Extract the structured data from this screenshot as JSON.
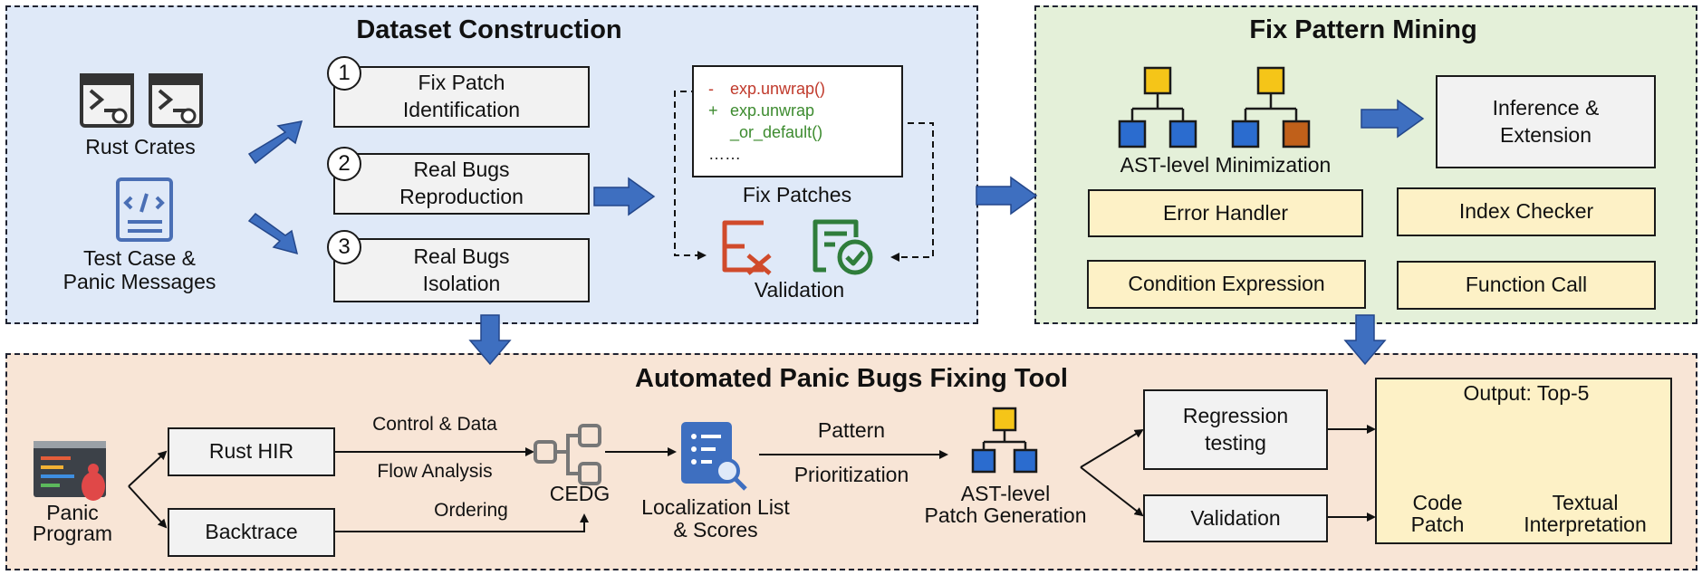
{
  "dataset": {
    "title": "Dataset Construction",
    "rust_crates": "Rust Crates",
    "test_case": "Test Case &\nPanic Messages",
    "steps": [
      {
        "num": "1",
        "label": "Fix Patch\nIdentification"
      },
      {
        "num": "2",
        "label": "Real Bugs\nReproduction"
      },
      {
        "num": "3",
        "label": "Real Bugs\nIsolation"
      }
    ],
    "patch_code": {
      "minus_sign": "-",
      "minus_line": "exp.unwrap()",
      "plus_sign": "+",
      "plus_line1": "exp.unwrap",
      "plus_line2": "_or_default()",
      "dots": "……"
    },
    "fix_patches": "Fix Patches",
    "validation": "Validation",
    "colors": {
      "panel_bg": "#dfe9f8",
      "removed": "#c0392b",
      "added": "#3d8b2f"
    }
  },
  "mining": {
    "title": "Fix Pattern Mining",
    "ast_min": "AST-level Minimization",
    "inference": "Inference &\nExtension",
    "patterns": [
      "Error Handler",
      "Index Checker",
      "Condition Expression",
      "Function Call"
    ],
    "colors": {
      "panel_bg": "#e4f0d9",
      "node_yellow": "#f5c518",
      "node_blue": "#2b6ccf",
      "node_orange": "#c0601a"
    }
  },
  "tool": {
    "title": "Automated Panic Bugs Fixing Tool",
    "panic_program": "Panic\nProgram",
    "rust_hir": "Rust HIR",
    "backtrace": "Backtrace",
    "control_data": "Control & Data",
    "flow_analysis": "Flow Analysis",
    "ordering": "Ordering",
    "cedg": "CEDG",
    "localization": "Localization List\n& Scores",
    "pattern": "Pattern",
    "prioritization": "Prioritization",
    "patch_gen": "AST-level\nPatch Generation",
    "regression": "Regression\ntesting",
    "validation": "Validation",
    "output_title": "Output: Top-5",
    "code_patch": "Code\nPatch",
    "textual": "Textual\nInterpretation",
    "colors": {
      "panel_bg": "#f8e5d6",
      "output_bg": "#fdf1c6",
      "arrow": "#3e6fc0"
    }
  }
}
